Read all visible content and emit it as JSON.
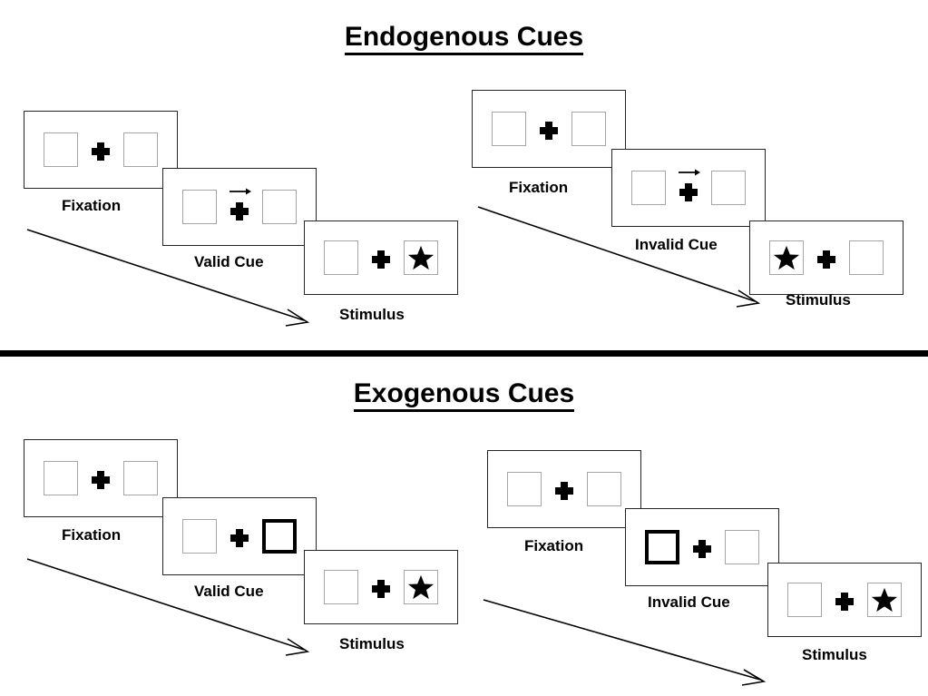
{
  "sections": [
    {
      "id": "endogenous",
      "title": "Endogenous Cues",
      "groups": [
        {
          "id": "endogenous-valid",
          "cue_label": "Valid Cue",
          "frames": [
            {
              "id": "fixation",
              "caption": "Fixation",
              "left_box": "empty",
              "right_box": "empty",
              "cue": "none"
            },
            {
              "id": "cue",
              "caption": "Valid Cue",
              "left_box": "empty",
              "right_box": "empty",
              "cue": "arrow-right"
            },
            {
              "id": "stimulus",
              "caption": "Stimulus",
              "left_box": "empty",
              "right_box": "star",
              "cue": "none"
            }
          ]
        },
        {
          "id": "endogenous-invalid",
          "cue_label": "Invalid Cue",
          "frames": [
            {
              "id": "fixation",
              "caption": "Fixation",
              "left_box": "empty",
              "right_box": "empty",
              "cue": "none"
            },
            {
              "id": "cue",
              "caption": "Invalid Cue",
              "left_box": "empty",
              "right_box": "empty",
              "cue": "arrow-right"
            },
            {
              "id": "stimulus",
              "caption": "Stimulus",
              "left_box": "star",
              "right_box": "empty",
              "cue": "none"
            }
          ]
        }
      ]
    },
    {
      "id": "exogenous",
      "title": "Exogenous Cues",
      "groups": [
        {
          "id": "exogenous-valid",
          "cue_label": "Valid Cue",
          "frames": [
            {
              "id": "fixation",
              "caption": "Fixation",
              "left_box": "empty",
              "right_box": "empty",
              "cue": "none"
            },
            {
              "id": "cue",
              "caption": "Valid Cue",
              "left_box": "empty",
              "right_box": "highlight",
              "cue": "none"
            },
            {
              "id": "stimulus",
              "caption": "Stimulus",
              "left_box": "empty",
              "right_box": "star",
              "cue": "none"
            }
          ]
        },
        {
          "id": "exogenous-invalid",
          "cue_label": "Invalid Cue",
          "frames": [
            {
              "id": "fixation",
              "caption": "Fixation",
              "left_box": "empty",
              "right_box": "empty",
              "cue": "none"
            },
            {
              "id": "cue",
              "caption": "Invalid Cue",
              "left_box": "highlight",
              "right_box": "empty",
              "cue": "none"
            },
            {
              "id": "stimulus",
              "caption": "Stimulus",
              "left_box": "empty",
              "right_box": "star",
              "cue": "none"
            }
          ]
        }
      ]
    }
  ],
  "icons": {
    "fixation_cross": "plus-icon",
    "star": "star-icon",
    "cue_arrow": "arrow-right-icon",
    "time_flow": "time-flow-arrow-icon"
  },
  "colors": {
    "frame_border": "#262626",
    "box_border": "#a6a6a6",
    "highlight_border": "#000000",
    "ink": "#000000",
    "background": "#ffffff"
  }
}
